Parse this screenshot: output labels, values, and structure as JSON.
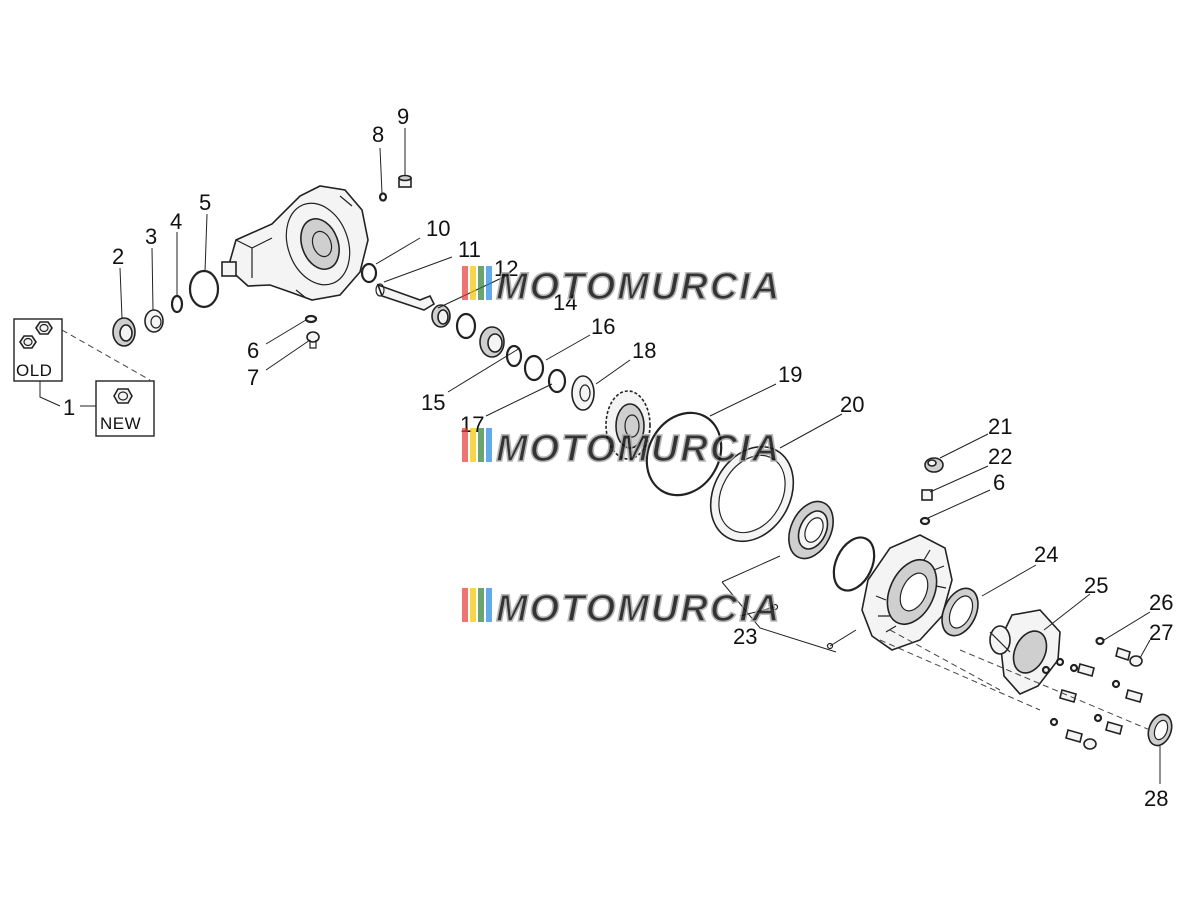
{
  "diagram": {
    "parts": [
      {
        "id": "1",
        "label": "1"
      },
      {
        "id": "2",
        "label": "2"
      },
      {
        "id": "3",
        "label": "3"
      },
      {
        "id": "4",
        "label": "4"
      },
      {
        "id": "5",
        "label": "5"
      },
      {
        "id": "6a",
        "label": "6"
      },
      {
        "id": "7",
        "label": "7"
      },
      {
        "id": "8",
        "label": "8"
      },
      {
        "id": "9",
        "label": "9"
      },
      {
        "id": "10",
        "label": "10"
      },
      {
        "id": "11",
        "label": "11"
      },
      {
        "id": "12",
        "label": "12"
      },
      {
        "id": "14",
        "label": "14"
      },
      {
        "id": "15",
        "label": "15"
      },
      {
        "id": "16",
        "label": "16"
      },
      {
        "id": "17",
        "label": "17"
      },
      {
        "id": "18",
        "label": "18"
      },
      {
        "id": "19",
        "label": "19"
      },
      {
        "id": "20",
        "label": "20"
      },
      {
        "id": "21",
        "label": "21"
      },
      {
        "id": "22",
        "label": "22"
      },
      {
        "id": "6b",
        "label": "6"
      },
      {
        "id": "23",
        "label": "23"
      },
      {
        "id": "24",
        "label": "24"
      },
      {
        "id": "25",
        "label": "25"
      },
      {
        "id": "26",
        "label": "26"
      },
      {
        "id": "27",
        "label": "27"
      },
      {
        "id": "28",
        "label": "28"
      }
    ],
    "boxes": {
      "old": "OLD",
      "new": "NEW"
    },
    "watermark": "MOTOMURCIA",
    "watermark_colors": [
      "#e53935",
      "#f5c400",
      "#2e7d32",
      "#1e88e5"
    ]
  }
}
